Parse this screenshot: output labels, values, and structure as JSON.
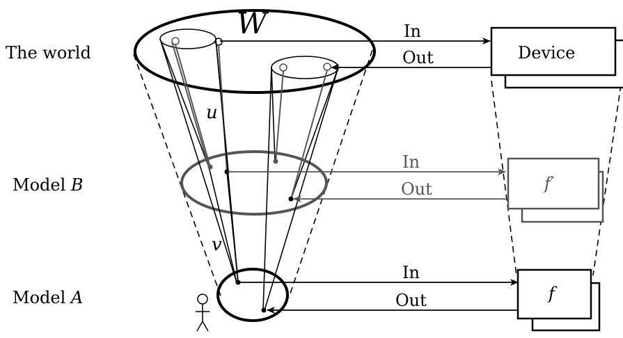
{
  "rows": {
    "world": {
      "label": "The world",
      "set_symbol": "W",
      "device": "Device"
    },
    "model_b": {
      "label_prefix": "Model ",
      "label_symbol": "B",
      "box": "f′"
    },
    "model_a": {
      "label_prefix": "Model ",
      "label_symbol": "A",
      "box": "f"
    }
  },
  "arrows": {
    "in": "In",
    "out": "Out"
  },
  "maps": {
    "u": "u",
    "v": "v"
  },
  "colors": {
    "world": "#000000",
    "model_b": "#555555",
    "model_a": "#000000"
  }
}
